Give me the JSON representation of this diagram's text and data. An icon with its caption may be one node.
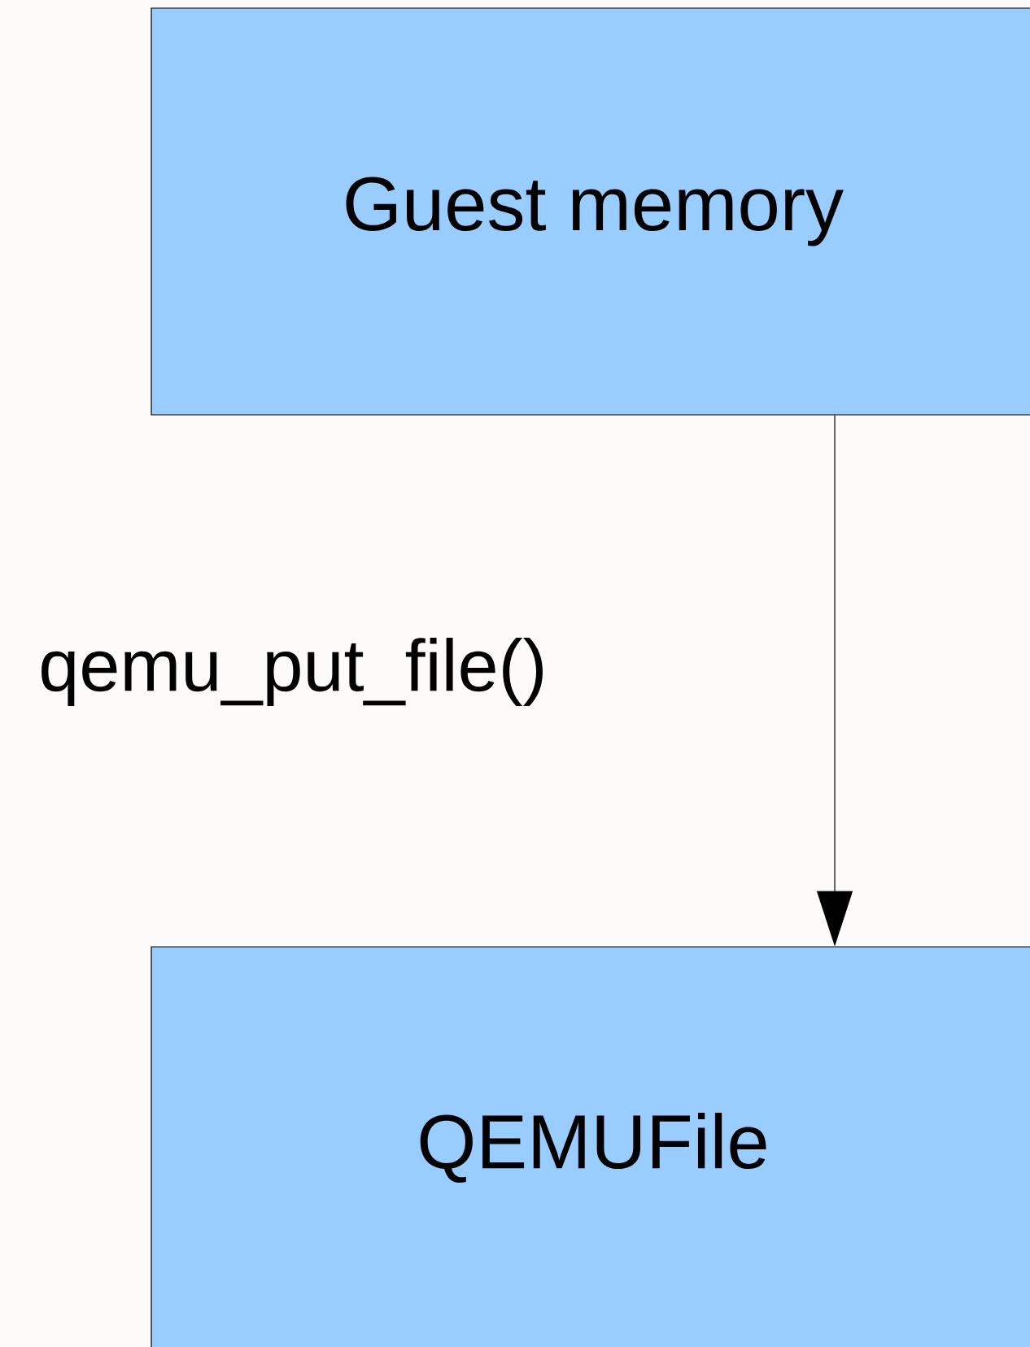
{
  "diagram": {
    "nodes": [
      {
        "text": [
          "Guest memory"
        ]
      },
      {
        "text": [
          "QEMUFile"
        ]
      }
    ],
    "edges": [
      {
        "from": 0,
        "to": 1,
        "arrow": "to",
        "label": "qemu_put_file()"
      }
    ]
  }
}
